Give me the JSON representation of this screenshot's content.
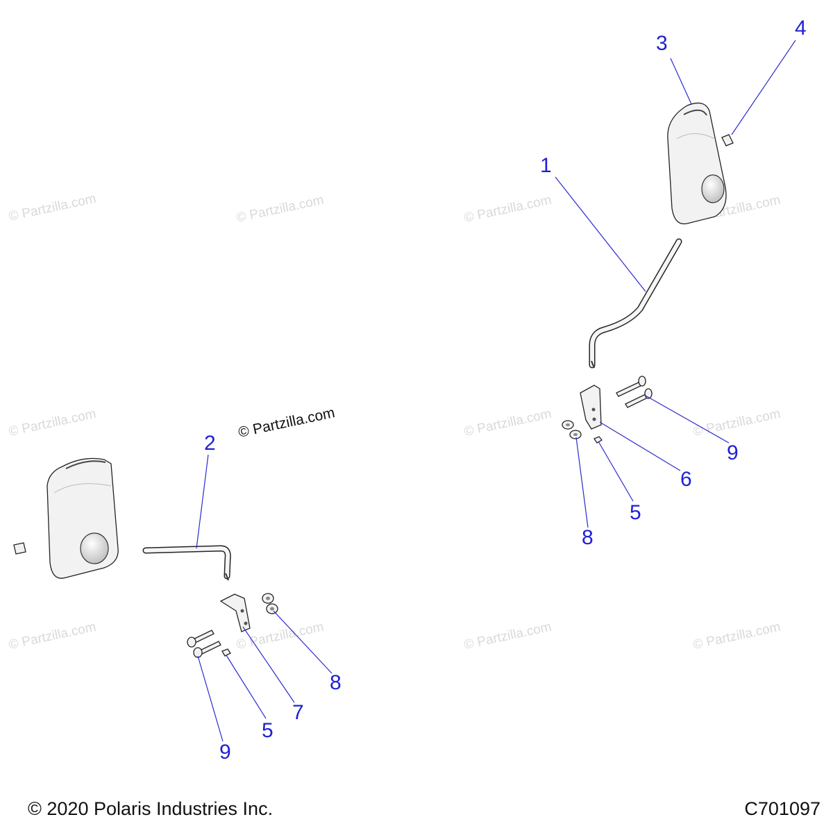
{
  "watermark_text": "© Partzilla.com",
  "callouts": [
    {
      "id": "callout-1",
      "label": "1"
    },
    {
      "id": "callout-2",
      "label": "2"
    },
    {
      "id": "callout-3",
      "label": "3"
    },
    {
      "id": "callout-4",
      "label": "4"
    },
    {
      "id": "callout-5-right",
      "label": "5"
    },
    {
      "id": "callout-5-left",
      "label": "5"
    },
    {
      "id": "callout-6",
      "label": "6"
    },
    {
      "id": "callout-7",
      "label": "7"
    },
    {
      "id": "callout-8-right",
      "label": "8"
    },
    {
      "id": "callout-8-left",
      "label": "8"
    },
    {
      "id": "callout-9-right",
      "label": "9"
    },
    {
      "id": "callout-9-left",
      "label": "9"
    }
  ],
  "footer": {
    "copyright": "© 2020 Polaris Industries Inc.",
    "drawing_number": "C701097"
  },
  "colors": {
    "callout": "#1f1fd6",
    "leader_line": "#2a2ad0",
    "watermark": "#d9d9d9",
    "part_outline": "#222222",
    "part_fill": "#f2f2f2"
  }
}
